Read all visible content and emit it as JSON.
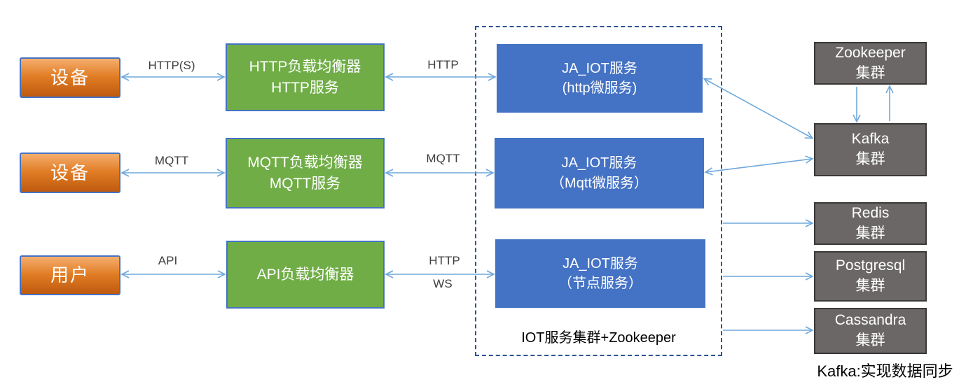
{
  "palette": {
    "orange_top": "#F5AE6E",
    "orange_bottom": "#BF5A10",
    "orange_border": "#4472C4",
    "green_fill": "#70AD47",
    "green_border": "#4472C4",
    "blue_fill": "#4472C4",
    "gray_fill": "#6B6767",
    "gray_border": "#3B3838",
    "arrow_color": "#6FA8DC",
    "container_border": "#2E5396",
    "label_color": "#3F3F3F",
    "text_on_fill": "#FFFFFF"
  },
  "endpoints": [
    {
      "label": "设备"
    },
    {
      "label": "设备"
    },
    {
      "label": "用户"
    }
  ],
  "load_balancers": [
    {
      "line1": "HTTP负载均衡器",
      "line2": "HTTP服务"
    },
    {
      "line1": "MQTT负载均衡器",
      "line2": "MQTT服务"
    },
    {
      "line1": "API负载均衡器"
    }
  ],
  "services": [
    {
      "line1": "JA_IOT服务",
      "line2": "(http微服务)"
    },
    {
      "line1": "JA_IOT服务",
      "line2": "（Mqtt微服务）"
    },
    {
      "line1": "JA_IOT服务",
      "line2": "（节点服务）"
    }
  ],
  "clusters": [
    {
      "line1": "Zookeeper",
      "line2": "集群"
    },
    {
      "line1": "Kafka",
      "line2": "集群"
    },
    {
      "line1": "Redis",
      "line2": "集群"
    },
    {
      "line1": "Postgresql",
      "line2": "集群"
    },
    {
      "line1": "Cassandra",
      "line2": "集群"
    }
  ],
  "edge_labels": {
    "https": "HTTP(S)",
    "http_lb": "HTTP",
    "mqtt_device": "MQTT",
    "mqtt_lb": "MQTT",
    "api": "API",
    "http_ws_top": "HTTP",
    "http_ws_bottom": "WS"
  },
  "container_label": "IOT服务集群+Zookeeper",
  "footnote": "Kafka:实现数据同步"
}
